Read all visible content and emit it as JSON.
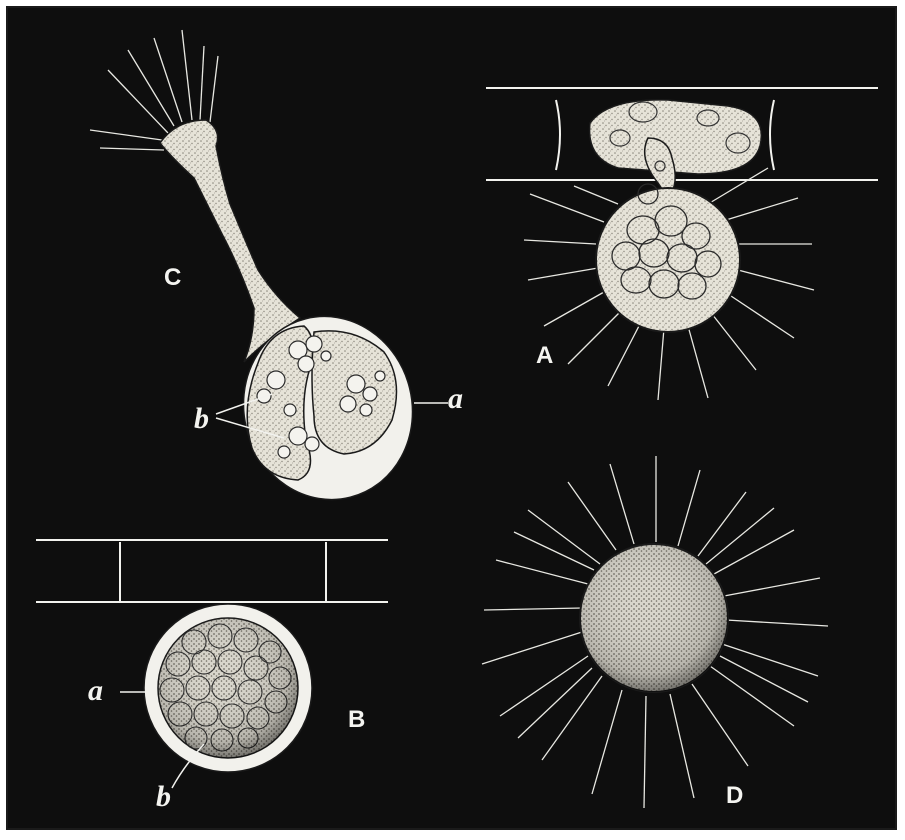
{
  "figure": {
    "labels": {
      "A": "A",
      "B": "B",
      "C": "C",
      "D": "D"
    },
    "part_labels": {
      "c_a": "a",
      "c_b": "b",
      "b_a": "a",
      "b_b": "b"
    },
    "colors": {
      "background": "#0e0e0e",
      "cell": "#e9e6dc",
      "stipple": "#7a776e",
      "line": "#f2f2ee"
    }
  }
}
